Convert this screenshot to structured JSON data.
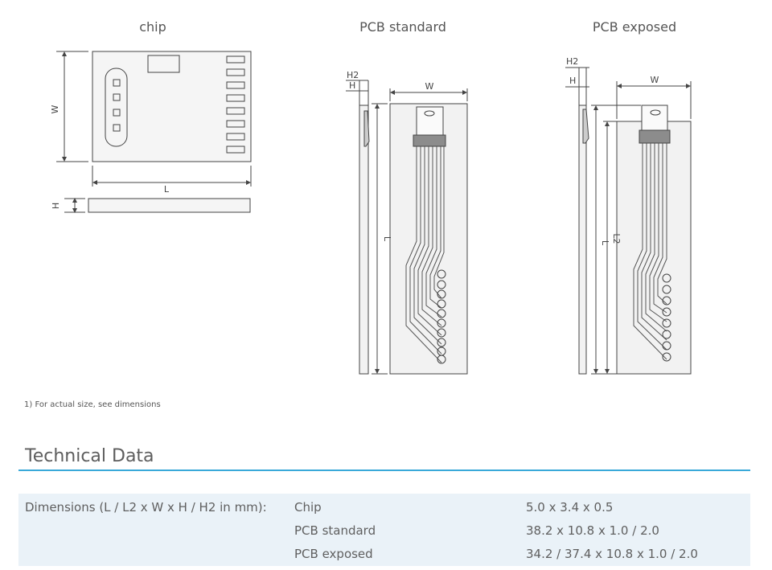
{
  "figures": {
    "chip": {
      "title": "chip",
      "labels": {
        "W": "W",
        "L": "L",
        "H": "H"
      }
    },
    "pcb_standard": {
      "title": "PCB standard",
      "labels": {
        "H2": "H2",
        "H": "H",
        "W": "W",
        "L": "L"
      }
    },
    "pcb_exposed": {
      "title": "PCB exposed",
      "labels": {
        "H2": "H2",
        "H": "H",
        "W": "W",
        "L2": "L2",
        "L": "L"
      }
    }
  },
  "footnote": "1) For actual size, see dimensions",
  "section": {
    "title": "Technical Data"
  },
  "table": {
    "label": "Dimensions (L / L2 x W x H / H2 in mm):",
    "rows": [
      {
        "name": "Chip",
        "value": "5.0 x 3.4 x 0.5"
      },
      {
        "name": "PCB standard",
        "value": "38.2 x 10.8 x 1.0 / 2.0"
      },
      {
        "name": "PCB exposed",
        "value": "34.2 / 37.4 x 10.8 x 1.0 / 2.0"
      }
    ]
  },
  "colors": {
    "accent_rule": "#39a9d9",
    "table_background": "#eaf2f8",
    "pcb_fill": "#f2f2f2",
    "connector_band": "#8c8c8c"
  }
}
